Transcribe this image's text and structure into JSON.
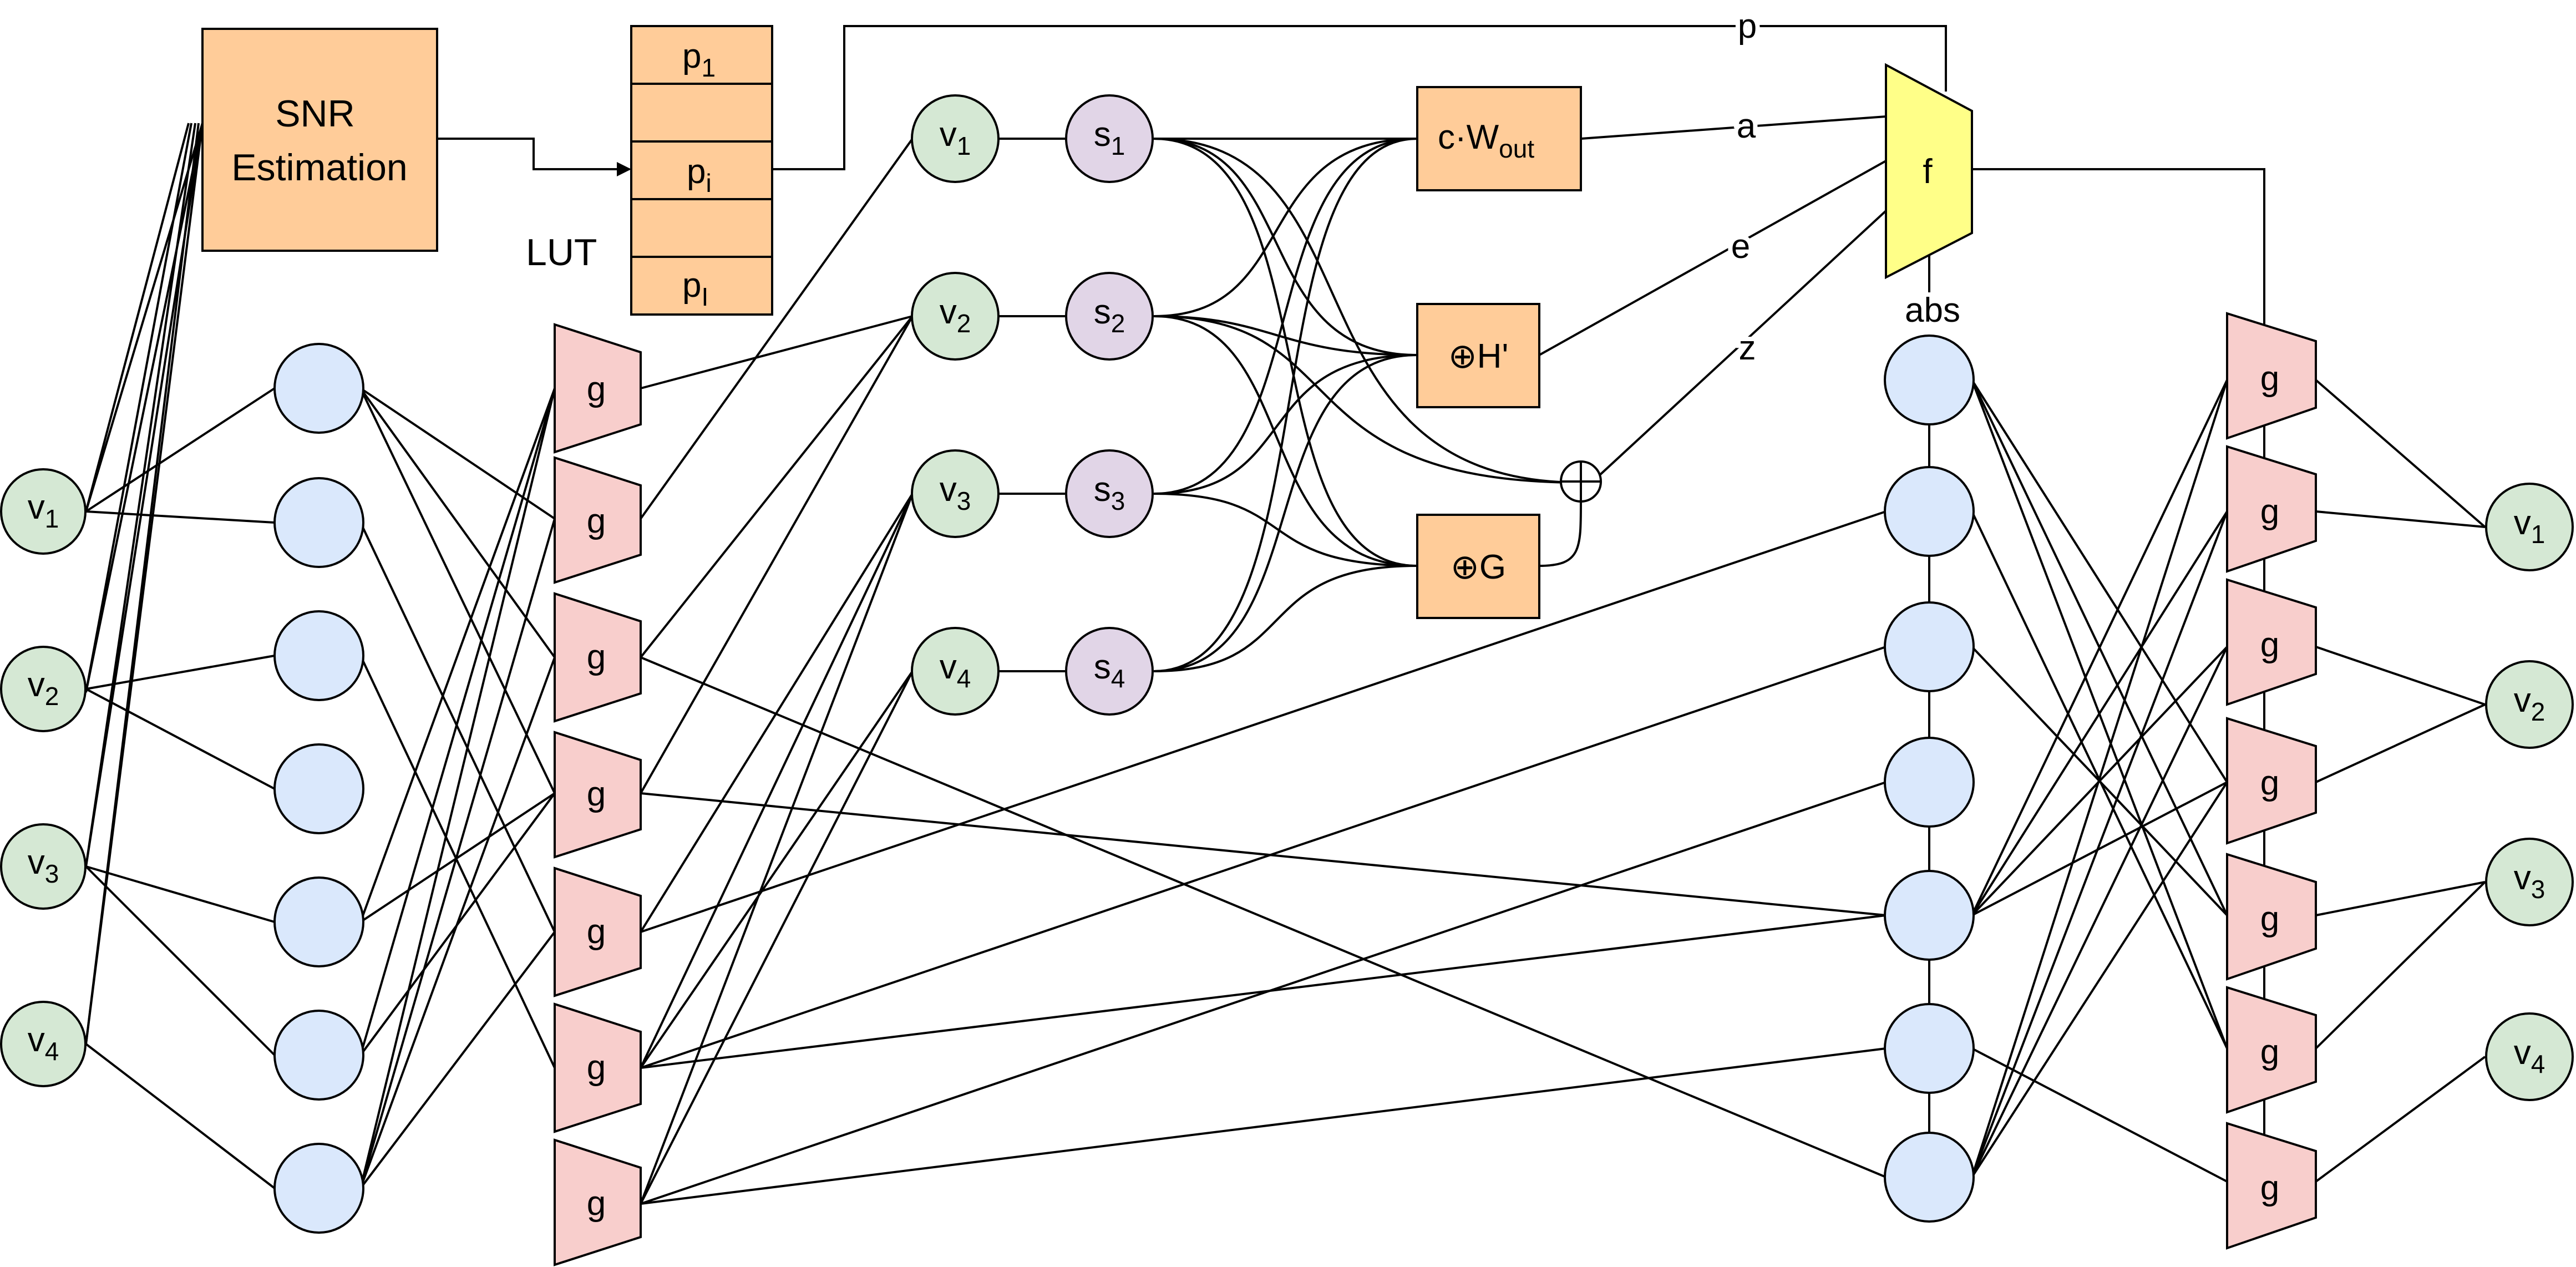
{
  "snr": {
    "line1": "SNR",
    "line2": "Estimation"
  },
  "lut": {
    "label": "LUT",
    "cells": [
      {
        "base": "p",
        "sub": "1"
      },
      {
        "base": "",
        "sub": ""
      },
      {
        "base": "p",
        "sub": "i"
      },
      {
        "base": "",
        "sub": ""
      },
      {
        "base": "p",
        "sub": "I"
      }
    ]
  },
  "inputs": [
    {
      "base": "v",
      "sub": "1"
    },
    {
      "base": "v",
      "sub": "2"
    },
    {
      "base": "v",
      "sub": "3"
    },
    {
      "base": "v",
      "sub": "4"
    }
  ],
  "mid_v": [
    {
      "base": "v",
      "sub": "1"
    },
    {
      "base": "v",
      "sub": "2"
    },
    {
      "base": "v",
      "sub": "3"
    },
    {
      "base": "v",
      "sub": "4"
    }
  ],
  "mid_s": [
    {
      "base": "s",
      "sub": "1"
    },
    {
      "base": "s",
      "sub": "2"
    },
    {
      "base": "s",
      "sub": "3"
    },
    {
      "base": "s",
      "sub": "4"
    }
  ],
  "outputs": [
    {
      "base": "v",
      "sub": "1"
    },
    {
      "base": "v",
      "sub": "2"
    },
    {
      "base": "v",
      "sub": "3"
    },
    {
      "base": "v",
      "sub": "4"
    }
  ],
  "g_label": "g",
  "f_label": "f",
  "cw": {
    "base": "c·W",
    "sub": "out"
  },
  "hprime": "⊕H'",
  "g_box": "⊕G",
  "wire_labels": {
    "p": "p",
    "a": "a",
    "e": "e",
    "z": "z",
    "abs": "abs"
  },
  "colors": {
    "green": "#d5e8d4",
    "purple": "#e1d5e7",
    "blue": "#dae8fc",
    "orange": "#ffcc99",
    "pink": "#f8cecc",
    "yellow": "#ffff88"
  }
}
